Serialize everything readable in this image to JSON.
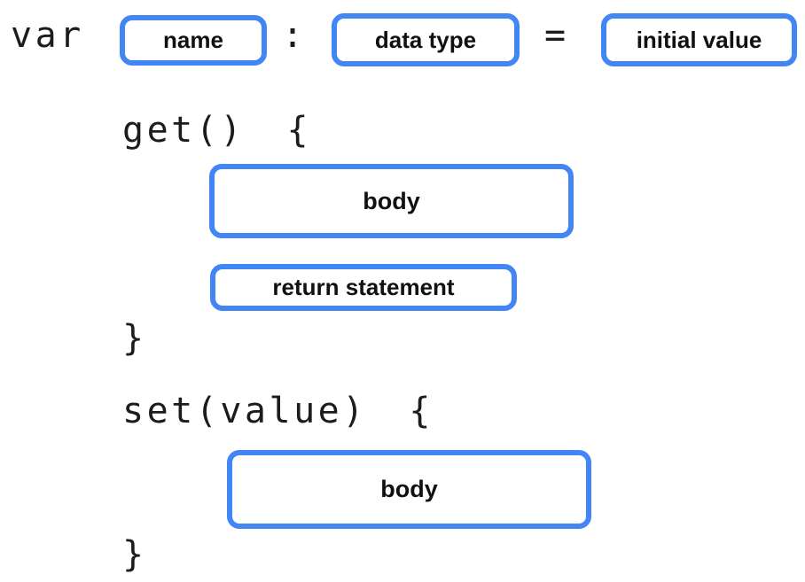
{
  "colors": {
    "accent": "#4285F4",
    "text": "#1c1c1c"
  },
  "declaration": {
    "keyword": "var",
    "name_placeholder": "name",
    "colon": ":",
    "data_type_placeholder": "data type",
    "equals": "=",
    "initial_value_placeholder": "initial value"
  },
  "getter": {
    "signature": "get() {",
    "body_placeholder": "body",
    "return_placeholder": "return statement",
    "closing_brace": "}"
  },
  "setter": {
    "signature": "set(value) {",
    "body_placeholder": "body",
    "closing_brace": "}"
  }
}
